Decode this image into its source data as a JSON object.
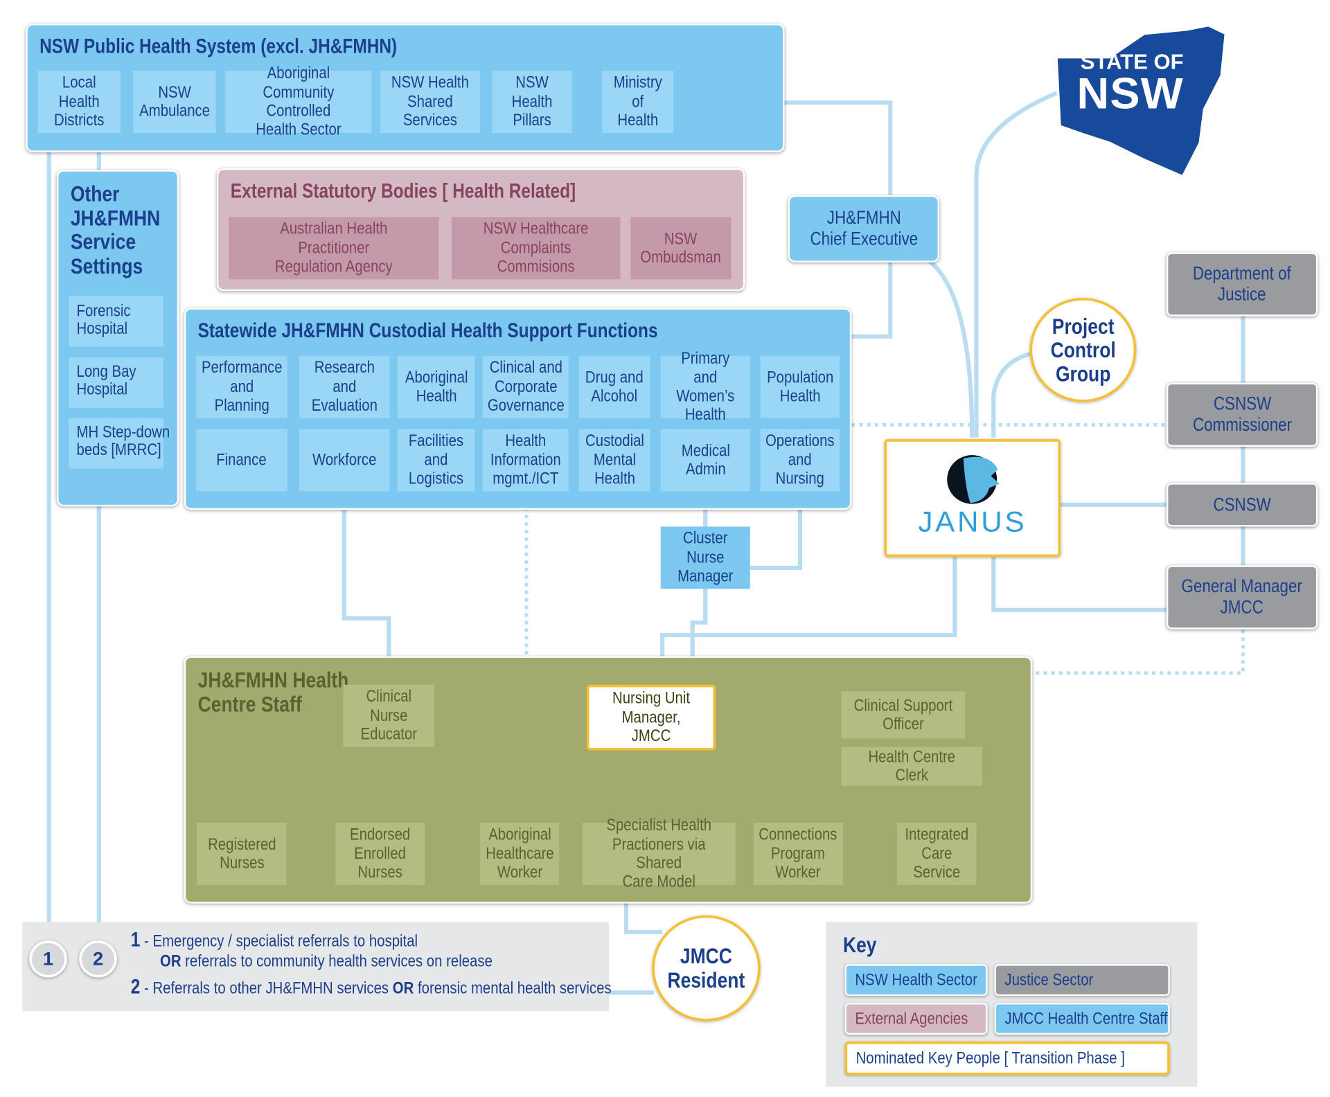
{
  "nsw_badge": {
    "line1": "STATE OF",
    "line2": "NSW"
  },
  "public_health": {
    "title": "NSW Public Health System (excl. JH&FMHN)",
    "items": [
      "Local Health\nDistricts",
      "NSW\nAmbulance",
      "Aboriginal\nCommunity Controlled\nHealth Sector",
      "NSW Health\nShared Services",
      "NSW Health\nPillars",
      "Ministry of\nHealth"
    ]
  },
  "other_settings": {
    "title": "Other\nJH&FMHN\nService\nSettings",
    "items": [
      "Forensic\nHospital",
      "Long Bay\nHospital",
      "MH Step-down\nbeds [MRRC]"
    ]
  },
  "external_bodies": {
    "title": "External Statutory Bodies [ Health Related]",
    "items": [
      "Australian Health Practitioner\nRegulation Agency",
      "NSW Healthcare\nComplaints Commisions",
      "NSW\nOmbudsman"
    ]
  },
  "chief_exec": "JH&FMHN\nChief Executive",
  "statewide": {
    "title": "Statewide JH&FMHN Custodial Health Support Functions",
    "row1": [
      "Performance\nand Planning",
      "Research and\nEvaluation",
      "Aboriginal\nHealth",
      "Clinical and\nCorporate\nGovernance",
      "Drug and\nAlcohol",
      "Primary and\nWomen’s\nHealth",
      "Population\nHealth"
    ],
    "row2": [
      "Finance",
      "Workforce",
      "Facilities\nand\nLogistics",
      "Health\nInformation\nmgmt./ICT",
      "Custodial\nMental\nHealth",
      "Medical\nAdmin",
      "Operations\nand Nursing"
    ]
  },
  "cluster_nurse": "Cluster Nurse\nManager",
  "project_control": "Project\nControl\nGroup",
  "janus": "JANUS",
  "justice": {
    "department": "Department of\nJustice",
    "commissioner": "CSNSW\nCommissioner",
    "csnsw": "CSNSW",
    "general_manager": "General Manager\nJMCC"
  },
  "health_centre": {
    "title": "JH&FMHN Health\nCentre Staff",
    "educator": "Clinical Nurse\nEducator",
    "num": "Nursing Unit\nManager, JMCC",
    "support_officer": "Clinical Support\nOfficer",
    "clerk": "Health Centre Clerk",
    "staff": [
      "Registered\nNurses",
      "Endorsed\nEnrolled\nNurses",
      "Aboriginal\nHealthcare\nWorker",
      "Specialist Health\nPractioners via Shared\nCare Model",
      "Connections\nProgram\nWorker",
      "Integrated\nCare Service"
    ]
  },
  "resident": "JMCC\nResident",
  "referrals": {
    "badge1": "1",
    "badge2": "2",
    "n1": "1",
    "n2": "2",
    "dash": "-",
    "line1a": "Emergency / specialist referrals to hospital",
    "or": "OR",
    "line1b": "referrals to community health services on release",
    "line2a": "Referrals to other JH&FMHN services",
    "line2b": "forensic mental health services"
  },
  "key": {
    "title": "Key",
    "items": [
      "NSW Health Sector",
      "Justice Sector",
      "External Agencies",
      "JMCC Health Centre Staff",
      "Nominated Key People [ Transition Phase ]"
    ]
  },
  "colors": {
    "health_blue": "#7cc8f1",
    "navy": "#1b3f8b",
    "mauve": "#d4b9c4",
    "olive": "#a2aa6d",
    "justice_grey": "#9a9b9e",
    "highlight_yellow": "#f5c036"
  },
  "icons": [
    "janus-face-icon",
    "nsw-map-icon"
  ]
}
